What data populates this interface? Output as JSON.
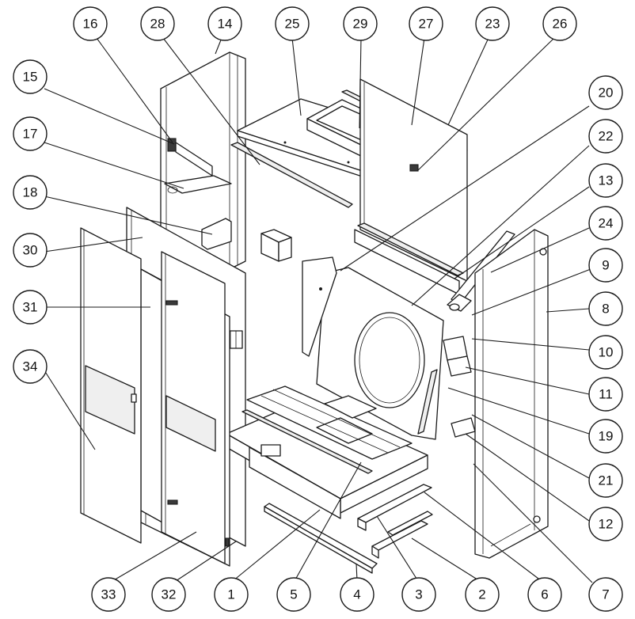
{
  "diagram": {
    "callouts": [
      {
        "id": "16",
        "label": "16"
      },
      {
        "id": "28",
        "label": "28"
      },
      {
        "id": "14",
        "label": "14"
      },
      {
        "id": "25",
        "label": "25"
      },
      {
        "id": "29",
        "label": "29"
      },
      {
        "id": "27",
        "label": "27"
      },
      {
        "id": "23",
        "label": "23"
      },
      {
        "id": "26",
        "label": "26"
      },
      {
        "id": "15",
        "label": "15"
      },
      {
        "id": "20",
        "label": "20"
      },
      {
        "id": "17",
        "label": "17"
      },
      {
        "id": "22",
        "label": "22"
      },
      {
        "id": "13",
        "label": "13"
      },
      {
        "id": "18",
        "label": "18"
      },
      {
        "id": "24",
        "label": "24"
      },
      {
        "id": "30",
        "label": "30"
      },
      {
        "id": "9",
        "label": "9"
      },
      {
        "id": "31",
        "label": "31"
      },
      {
        "id": "8",
        "label": "8"
      },
      {
        "id": "10",
        "label": "10"
      },
      {
        "id": "34",
        "label": "34"
      },
      {
        "id": "11",
        "label": "11"
      },
      {
        "id": "19",
        "label": "19"
      },
      {
        "id": "21",
        "label": "21"
      },
      {
        "id": "12",
        "label": "12"
      },
      {
        "id": "33",
        "label": "33"
      },
      {
        "id": "32",
        "label": "32"
      },
      {
        "id": "1",
        "label": "1"
      },
      {
        "id": "5",
        "label": "5"
      },
      {
        "id": "4",
        "label": "4"
      },
      {
        "id": "3",
        "label": "3"
      },
      {
        "id": "2",
        "label": "2"
      },
      {
        "id": "6",
        "label": "6"
      },
      {
        "id": "7",
        "label": "7"
      }
    ]
  },
  "colors": {
    "line": "#1a1a1a",
    "background": "#ffffff"
  }
}
